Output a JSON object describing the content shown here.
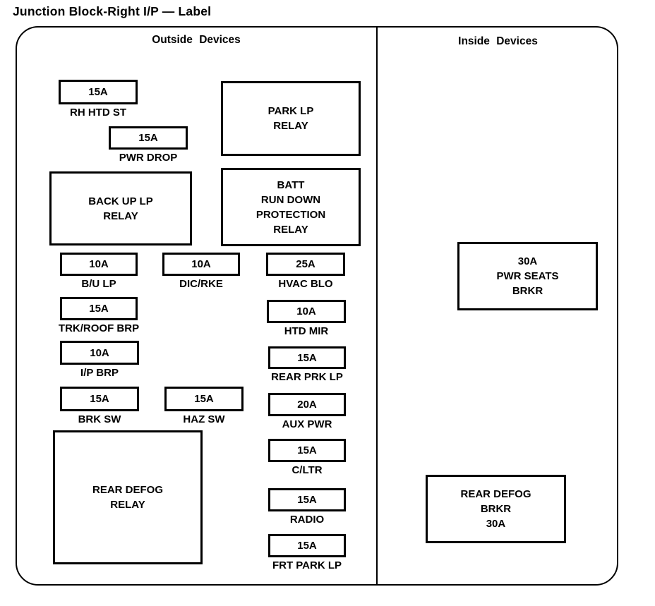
{
  "title": "Junction Block-Right I/P — Label",
  "colors": {
    "ink": "#000000",
    "paper": "#ffffff"
  },
  "outside": {
    "header": "Outside Devices",
    "fuses": [
      {
        "amp": "15A",
        "label": "RH HTD ST"
      },
      {
        "amp": "15A",
        "label": "PWR DROP"
      },
      {
        "amp": "10A",
        "label": "B/U LP"
      },
      {
        "amp": "10A",
        "label": "DIC/RKE"
      },
      {
        "amp": "25A",
        "label": "HVAC BLO"
      },
      {
        "amp": "15A",
        "label": "TRK/ROOF BRP"
      },
      {
        "amp": "10A",
        "label": "HTD MIR"
      },
      {
        "amp": "10A",
        "label": "I/P BRP"
      },
      {
        "amp": "15A",
        "label": "REAR PRK LP"
      },
      {
        "amp": "15A",
        "label": "BRK SW"
      },
      {
        "amp": "15A",
        "label": "HAZ SW"
      },
      {
        "amp": "20A",
        "label": "AUX PWR"
      },
      {
        "amp": "15A",
        "label": "C/LTR"
      },
      {
        "amp": "15A",
        "label": "RADIO"
      },
      {
        "amp": "15A",
        "label": "FRT PARK LP"
      }
    ],
    "relays": [
      {
        "text": "PARK LP\nRELAY"
      },
      {
        "text": "BACK UP LP\nRELAY"
      },
      {
        "text": "BATT\nRUN DOWN\nPROTECTION\nRELAY"
      },
      {
        "text": "REAR DEFOG\nRELAY"
      }
    ]
  },
  "inside": {
    "header": "Inside Devices",
    "breakers": [
      {
        "text": "30A\nPWR SEATS\nBRKR"
      },
      {
        "text": "REAR DEFOG\nBRKR\n30A"
      }
    ]
  }
}
